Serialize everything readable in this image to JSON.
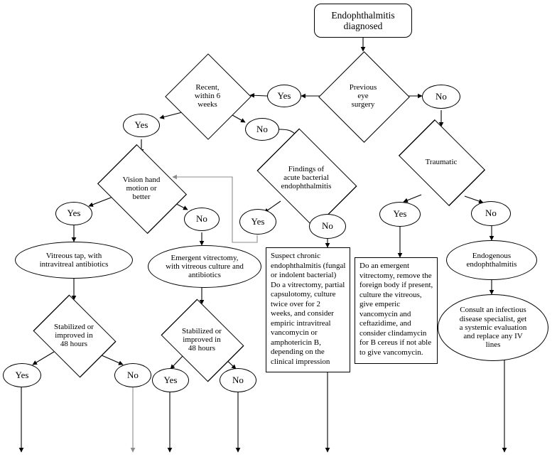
{
  "diagram": {
    "title": "Endophthalmitis management algorithm",
    "colors": {
      "stroke": "#000000",
      "gray_connector": "#8c8c8c",
      "background": "#ffffff"
    },
    "nodes": {
      "start": {
        "label": "Endophthalmitis\ndiagnosed",
        "shape": "terminator"
      },
      "previous_eye_surgery": {
        "label": "Previous\neye\nsurgery",
        "shape": "diamond"
      },
      "pes_yes": {
        "label": "Yes",
        "shape": "ellipse"
      },
      "pes_no": {
        "label": "No",
        "shape": "ellipse"
      },
      "recent_within_6_weeks": {
        "label": "Recent,\nwithin 6\nweeks",
        "shape": "diamond"
      },
      "recent_yes": {
        "label": "Yes",
        "shape": "ellipse"
      },
      "recent_no": {
        "label": "No",
        "shape": "ellipse"
      },
      "vision_hand_motion": {
        "label": "Vision hand\nmotion or\nbetter",
        "shape": "diamond"
      },
      "vision_yes": {
        "label": "Yes",
        "shape": "ellipse"
      },
      "vision_no": {
        "label": "No",
        "shape": "ellipse"
      },
      "findings_acute_bacterial": {
        "label": "Findings of\nacute bacterial\nendophthalmitis",
        "shape": "diamond"
      },
      "findings_yes": {
        "label": "Yes",
        "shape": "ellipse"
      },
      "findings_no": {
        "label": "No",
        "shape": "ellipse"
      },
      "traumatic": {
        "label": "Traumatic",
        "shape": "diamond"
      },
      "traumatic_yes": {
        "label": "Yes",
        "shape": "ellipse"
      },
      "traumatic_no": {
        "label": "No",
        "shape": "ellipse"
      },
      "vitreous_tap": {
        "label": "Vitreous tap, with\nintravitreal antibiotics",
        "shape": "ellipse"
      },
      "emergent_vitrectomy": {
        "label": "Emergent vitrectomy,\nwith vitreous culture and\nantibiotics",
        "shape": "ellipse"
      },
      "endogenous_endophthalmitis": {
        "label": "Endogenous\nendophthalmitis",
        "shape": "ellipse"
      },
      "consult_id_specialist": {
        "label": "Consult an infectious\ndisease specialist, get\na systemic evaluation\nand replace any IV\nlines",
        "shape": "ellipse"
      },
      "stabilized_left": {
        "label": "Stabilized or\nimproved in\n48 hours",
        "shape": "diamond"
      },
      "stabilized_left_yes": {
        "label": "Yes",
        "shape": "ellipse"
      },
      "stabilized_left_no": {
        "label": "No",
        "shape": "ellipse"
      },
      "stabilized_right": {
        "label": "Stabilized or\nimproved in\n48 hours",
        "shape": "diamond"
      },
      "stabilized_right_yes": {
        "label": "Yes",
        "shape": "ellipse"
      },
      "stabilized_right_no": {
        "label": "No",
        "shape": "ellipse"
      },
      "chronic_note": {
        "label": "Suspect chronic\nendophthalmitis (fungal\nor indolent bacterial)\nDo a vitrectomy, partial\ncapsulotomy, culture\ntwice over for 2\nweeks, and consider\nempiric intravitreal\nvancomycin or\namphotericin B,\ndepending on the\nclinical impression",
        "shape": "rect"
      },
      "emergent_note": {
        "label": "Do an emergent\nvitrectomy, remove the\nforeign body if present,\nculture the vitreous,\ngive emperic\nvancomycin and\nceftazidime, and\nconsider clindamycin\nfor B cereus if not able\nto give vancomycin.",
        "shape": "rect"
      }
    }
  }
}
